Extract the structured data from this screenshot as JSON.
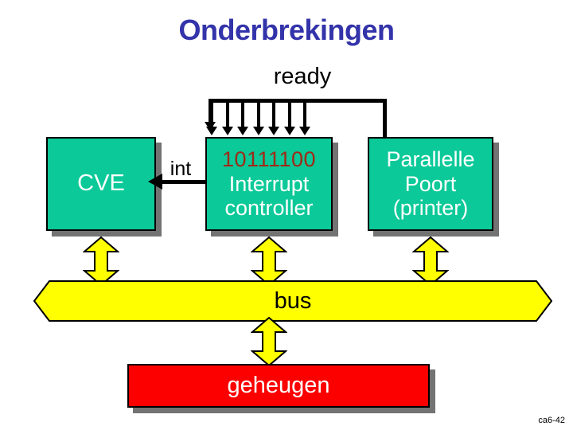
{
  "slide": {
    "title": "Onderbrekingen",
    "footer_code": "ca6-42",
    "title_color": "#3333aa",
    "background": "#ffffff"
  },
  "signals": {
    "ready_label": "ready",
    "int_label": "int",
    "interrupt_line_count": 8
  },
  "blocks": {
    "cpu": {
      "label": "CVE",
      "fill": "#0bc998",
      "text_color": "#ffffff"
    },
    "interrupt_controller": {
      "register_value": "10111100",
      "register_color": "#9e2a17",
      "line1": "Interrupt",
      "line2": "controller",
      "fill": "#0bc998",
      "text_color": "#ffffff"
    },
    "parallel_port": {
      "line1": "Parallelle",
      "line2": "Poort",
      "line3": "(printer)",
      "fill": "#0bc998",
      "text_color": "#ffffff"
    },
    "memory": {
      "label": "geheugen",
      "fill": "#fc0000",
      "text_color": "#ffffff"
    }
  },
  "bus": {
    "label": "bus",
    "fill": "#ffff00",
    "stroke": "#000000"
  }
}
